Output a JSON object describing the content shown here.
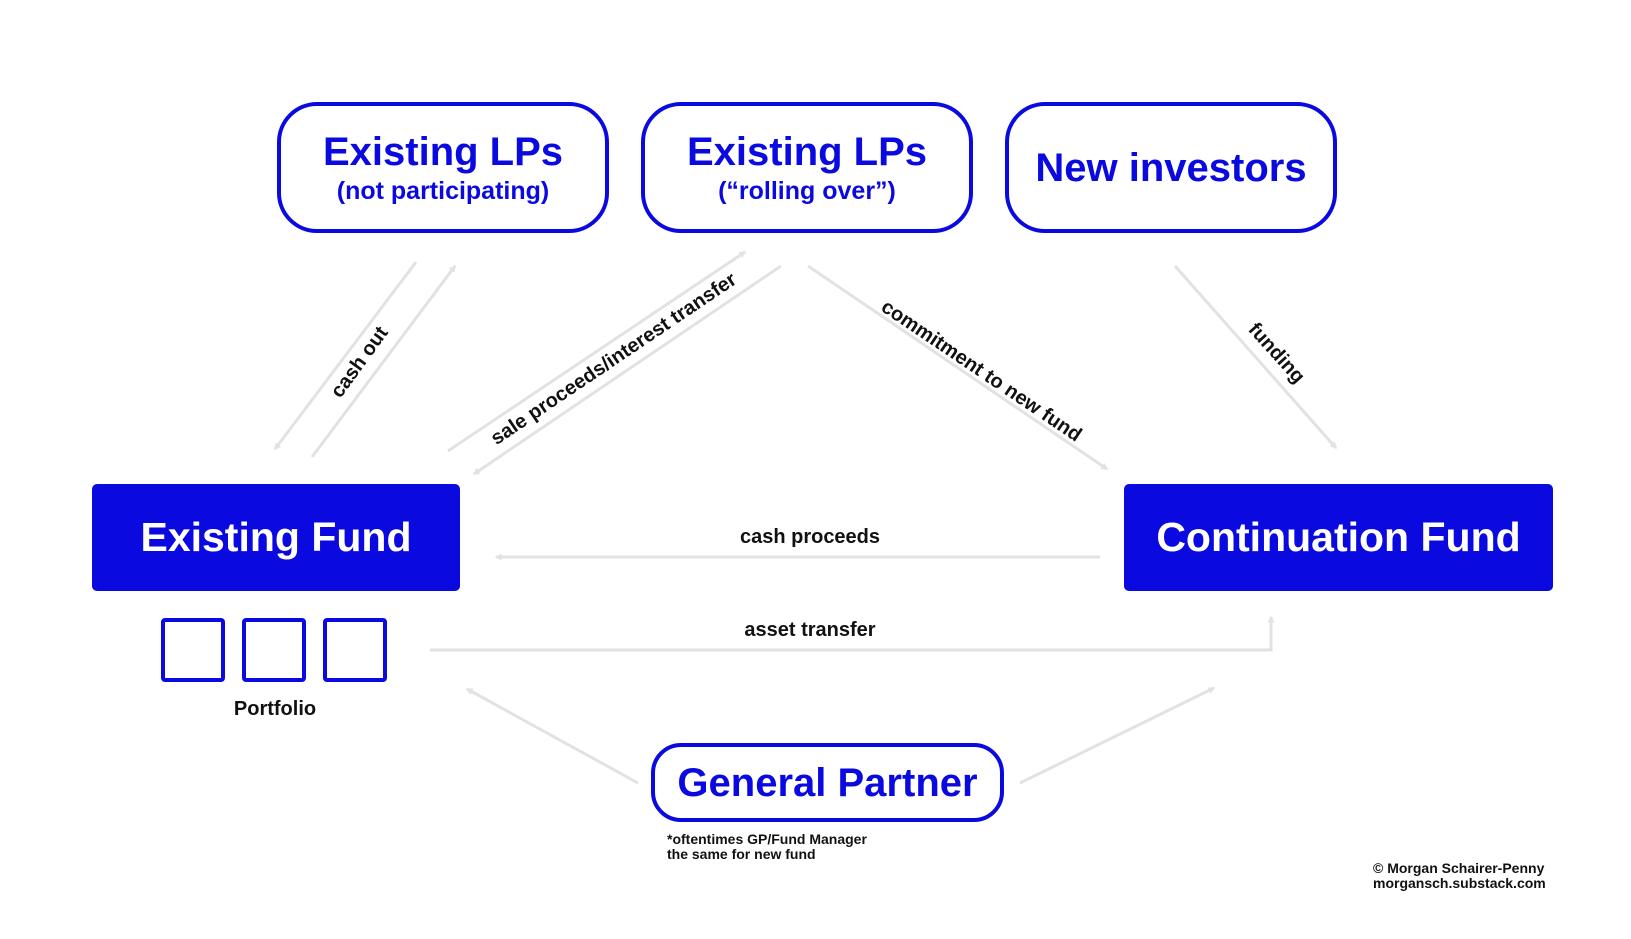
{
  "nodes": {
    "lps_not_participating": {
      "title": "Existing LPs",
      "subtitle": "(not participating)"
    },
    "lps_rolling_over": {
      "title": "Existing LPs",
      "subtitle": "(“rolling over”)"
    },
    "new_investors": {
      "title": "New investors"
    },
    "existing_fund": {
      "title": "Existing Fund"
    },
    "continuation_fund": {
      "title": "Continuation Fund"
    },
    "general_partner": {
      "title": "General Partner"
    }
  },
  "edges": {
    "cash_out": "cash out",
    "sale_proceeds": "sale proceeds/interest transfer",
    "commitment": "commitment to new fund",
    "funding": "funding",
    "cash_proceeds": "cash proceeds",
    "asset_transfer": "asset transfer"
  },
  "portfolio": {
    "label": "Portfolio",
    "count": 3
  },
  "footnote": {
    "line1": "*oftentimes GP/Fund Manager",
    "line2": "the same for new fund"
  },
  "credit": {
    "line1": "© Morgan Schairer-Penny",
    "line2": "morgansch.substack.com"
  },
  "colors": {
    "accent": "#0a0ae0",
    "arrow": "#e2e2e2",
    "text": "#111111"
  }
}
